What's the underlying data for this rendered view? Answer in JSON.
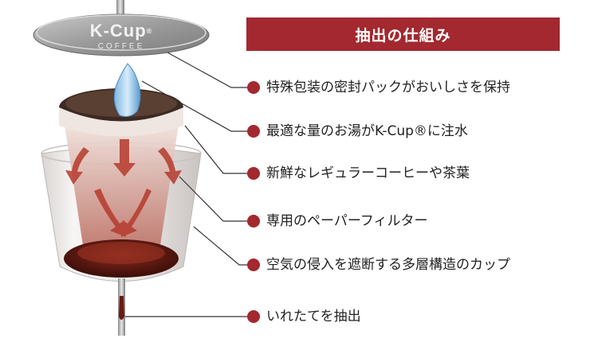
{
  "title": "抽出の仕組み",
  "brand": {
    "logo": "K-Cup",
    "logo_mark": "®",
    "sub": "COFFEE"
  },
  "labels": [
    "特殊包装の密封パックがおいしさを保持",
    "最適な量のお湯がK-Cup®に注水",
    "新鮮なレギュラーコーヒーや茶葉",
    "専用のペーパーフィルター",
    "空気の侵入を遮断する多層構造のカップ",
    "いれたてを抽出"
  ],
  "colors": {
    "accent": "#a3282f",
    "text": "#222222",
    "line": "#333333"
  }
}
